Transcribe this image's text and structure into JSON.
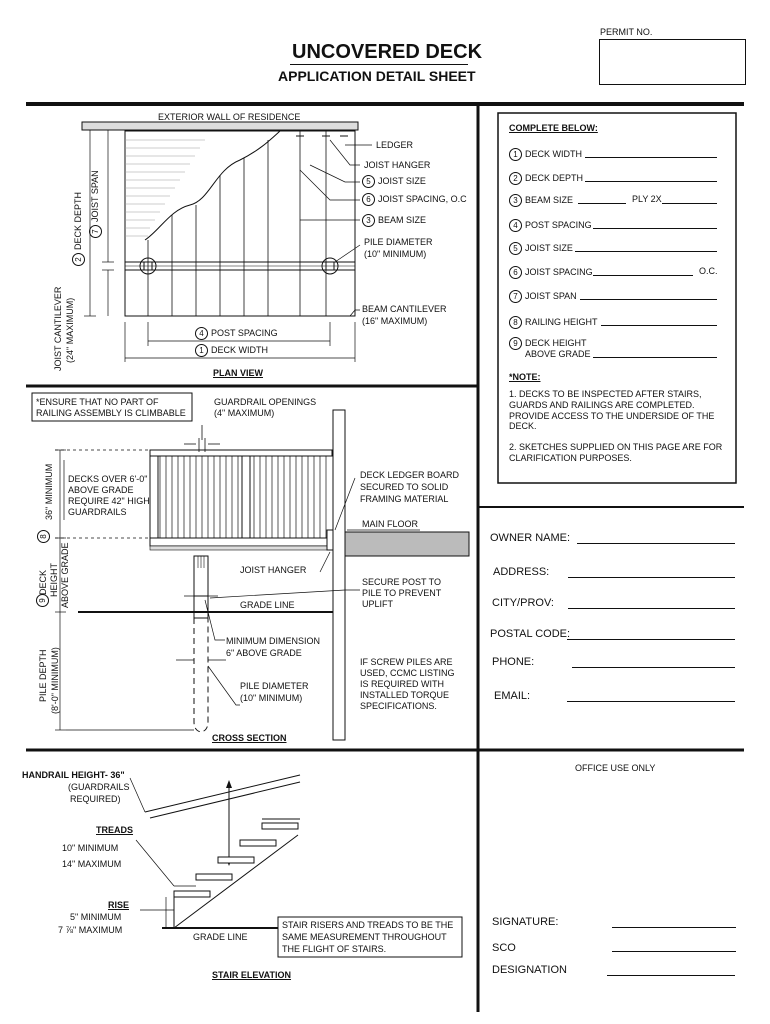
{
  "header": {
    "title": "UNCOVERED DECK",
    "subtitle": "APPLICATION DETAIL SHEET",
    "permit_label": "PERMIT NO."
  },
  "plan_view": {
    "exterior_wall": "EXTERIOR WALL OF RESIDENCE",
    "ledger": "LEDGER",
    "joist_hanger": "JOIST HANGER",
    "joist_size": "JOIST SIZE",
    "joist_spacing": "JOIST SPACING, O.C",
    "beam_size": "BEAM SIZE",
    "pile_diameter_1": "PILE DIAMETER",
    "pile_diameter_2": "(10\" MINIMUM)",
    "beam_cantilever_1": "BEAM CANTILEVER",
    "beam_cantilever_2": "(16\" MAXIMUM)",
    "post_spacing": "POST SPACING",
    "deck_width": "DECK WIDTH",
    "deck_depth": "DECK DEPTH",
    "joist_span": "JOIST SPAN",
    "joist_cantilever_1": "JOIST CANTILEVER",
    "joist_cantilever_2": "(24\" MAXIMUM)",
    "caption": "PLAN VIEW",
    "n1": "1",
    "n2": "2",
    "n4": "4",
    "n5": "5",
    "n6": "6",
    "n3": "3",
    "n7": "7"
  },
  "complete_below": {
    "heading": "COMPLETE BELOW:",
    "items": [
      {
        "num": "1",
        "label": "DECK WIDTH"
      },
      {
        "num": "2",
        "label": "DECK DEPTH"
      },
      {
        "num": "3",
        "label": "BEAM SIZE"
      },
      {
        "num": "4",
        "label": "POST SPACING"
      },
      {
        "num": "5",
        "label": "JOIST SIZE"
      },
      {
        "num": "6",
        "label": "JOIST SPACING"
      },
      {
        "num": "7",
        "label": "JOIST SPAN"
      },
      {
        "num": "8",
        "label": "RAILING HEIGHT"
      },
      {
        "num": "9",
        "label": "DECK HEIGHT"
      }
    ],
    "ply_label": "PLY 2X",
    "oc_label": "O.C.",
    "above_grade": "ABOVE GRADE",
    "note_heading": "*NOTE:",
    "note_1": "1.  DECKS TO BE INSPECTED AFTER STAIRS, GUARDS AND RAILINGS ARE COMPLETED. PROVIDE ACCESS TO THE UNDERSIDE OF THE DECK.",
    "note_2": "2.  SKETCHES SUPPLIED ON THIS PAGE ARE FOR CLARIFICATION PURPOSES."
  },
  "cross_section": {
    "ensure_1": "*ENSURE THAT NO PART OF",
    "ensure_2": "RAILING ASSEMBLY IS CLIMBABLE",
    "guardrail_1": "GUARDRAIL OPENINGS",
    "guardrail_2": "(4\" MAXIMUM)",
    "decks_over_1": "DECKS OVER 6'-0\"",
    "decks_over_2": "ABOVE GRADE",
    "decks_over_3": "REQUIRE 42\" HIGH",
    "decks_over_4": "GUARDRAILS",
    "min36": "36\" MINIMUM",
    "n8": "8",
    "n9": "9",
    "deck_height_1": "DECK",
    "deck_height_2": "HEIGHT",
    "deck_height_3": "ABOVE GRADE",
    "ledger_1": "DECK LEDGER BOARD",
    "ledger_2": "SECURED TO SOLID",
    "ledger_3": "FRAMING MATERIAL",
    "main_floor": "MAIN FLOOR",
    "joist_hanger": "JOIST HANGER",
    "secure_1": "SECURE POST TO",
    "secure_2": "PILE TO PREVENT",
    "secure_3": "UPLIFT",
    "grade_line": "GRADE LINE",
    "min_dim_1": "MINIMUM DIMENSION",
    "min_dim_2": "6\" ABOVE GRADE",
    "pile_depth_1": "PILE DEPTH",
    "pile_depth_2": "(8'-0\" MINIMUM)",
    "pile_diam_1": "PILE DIAMETER",
    "pile_diam_2": "(10\" MINIMUM)",
    "screw_1": "IF SCREW PILES ARE",
    "screw_2": "USED, CCMC LISTING",
    "screw_3": "IS REQUIRED WITH",
    "screw_4": "INSTALLED TORQUE",
    "screw_5": "SPECIFICATIONS.",
    "caption": "CROSS SECTION"
  },
  "owner": {
    "owner_name": "OWNER NAME:",
    "address": "ADDRESS:",
    "city": "CITY/PROV:",
    "postal": "POSTAL CODE:",
    "phone": "PHONE:",
    "email": "EMAIL:"
  },
  "stair": {
    "handrail_1": "HANDRAIL HEIGHT- 36\"",
    "handrail_2": "(GUARDRAILS",
    "handrail_3": "REQUIRED)",
    "treads": "TREADS",
    "treads_min": "10\" MINIMUM",
    "treads_max": "14\" MAXIMUM",
    "rise": "RISE",
    "rise_min": "5\" MINIMUM",
    "rise_max": "7 ⅞\" MAXIMUM",
    "grade_line": "GRADE LINE",
    "note_1": "STAIR RISERS AND TREADS TO BE THE",
    "note_2": "SAME MEASUREMENT THROUGHOUT",
    "note_3": "THE FLIGHT OF STAIRS.",
    "caption": "STAIR ELEVATION"
  },
  "office": {
    "heading": "OFFICE USE ONLY",
    "signature": "SIGNATURE:",
    "sco": "SCO",
    "designation": "DESIGNATION"
  }
}
